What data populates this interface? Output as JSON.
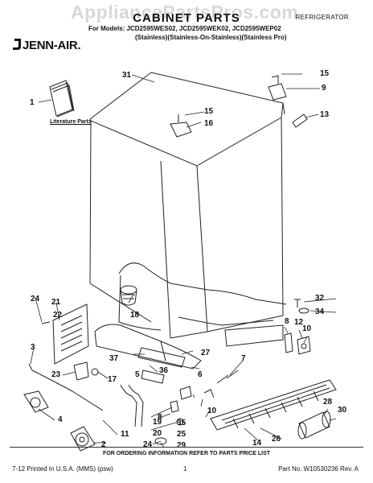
{
  "watermark": "AppliancePartsPros.com",
  "header": {
    "title": "CABINET PARTS",
    "doc_type": "REFRIGERATOR",
    "models_line": "For Models: JCD2595WES02, JCD2595WEK02, JCD2595WEP02",
    "finishes_line": "(Stainless)(Stainless-On-Stainless)(Stainless Pro)",
    "brand": "JENN-AIR."
  },
  "literature_label": "Literature Parts",
  "callouts": [
    {
      "id": "c1",
      "text": "1"
    },
    {
      "id": "c2",
      "text": "2"
    },
    {
      "id": "c3",
      "text": "3"
    },
    {
      "id": "c4",
      "text": "4"
    },
    {
      "id": "c5",
      "text": "5"
    },
    {
      "id": "c6",
      "text": "6"
    },
    {
      "id": "c7",
      "text": "7"
    },
    {
      "id": "c8a",
      "text": "8"
    },
    {
      "id": "c8b",
      "text": "8"
    },
    {
      "id": "c9",
      "text": "9"
    },
    {
      "id": "c10a",
      "text": "10"
    },
    {
      "id": "c10b",
      "text": "10"
    },
    {
      "id": "c11",
      "text": "11"
    },
    {
      "id": "c12",
      "text": "12"
    },
    {
      "id": "c13",
      "text": "13"
    },
    {
      "id": "c14",
      "text": "14"
    },
    {
      "id": "c15a",
      "text": "15"
    },
    {
      "id": "c15b",
      "text": "15"
    },
    {
      "id": "c16",
      "text": "16"
    },
    {
      "id": "c17",
      "text": "17"
    },
    {
      "id": "c18",
      "text": "18"
    },
    {
      "id": "c19",
      "text": "19"
    },
    {
      "id": "c20",
      "text": "20"
    },
    {
      "id": "c21",
      "text": "21"
    },
    {
      "id": "c22",
      "text": "22"
    },
    {
      "id": "c23",
      "text": "23"
    },
    {
      "id": "c24a",
      "text": "24"
    },
    {
      "id": "c24b",
      "text": "24"
    },
    {
      "id": "c25",
      "text": "25"
    },
    {
      "id": "c26",
      "text": "26"
    },
    {
      "id": "c27",
      "text": "27"
    },
    {
      "id": "c28",
      "text": "28"
    },
    {
      "id": "c29",
      "text": "29"
    },
    {
      "id": "c30",
      "text": "30"
    },
    {
      "id": "c31",
      "text": "31"
    },
    {
      "id": "c32",
      "text": "32"
    },
    {
      "id": "c34",
      "text": "34"
    },
    {
      "id": "c35",
      "text": "35"
    },
    {
      "id": "c36",
      "text": "36"
    },
    {
      "id": "c37",
      "text": "37"
    }
  ],
  "footer": {
    "ordering": "FOR ORDERING INFORMATION REFER TO PARTS PRICE LIST",
    "printed": "7-12 Printed In U.S.A. (MMS) (psw)",
    "page": "1",
    "part_no": "Part No. W10530236 Rev. A"
  }
}
